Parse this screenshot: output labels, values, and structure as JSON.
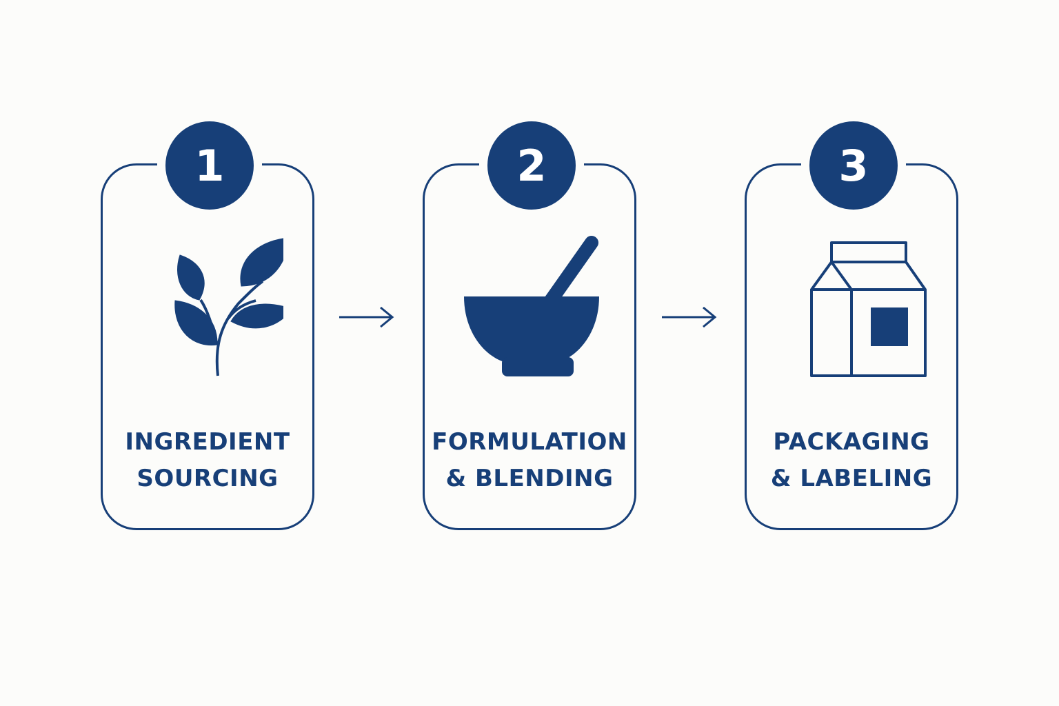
{
  "colors": {
    "primary": "#173f78",
    "background": "#fcfcfa"
  },
  "steps": [
    {
      "number": "1",
      "icon": "leaf-sprout-icon",
      "line1": "INGREDIENT",
      "line2": "SOURCING"
    },
    {
      "number": "2",
      "icon": "mortar-pestle-icon",
      "line1": "FORMULATION",
      "line2": "& BLENDING"
    },
    {
      "number": "3",
      "icon": "carton-box-icon",
      "line1": "PACKAGING",
      "line2": "& LABELING"
    }
  ]
}
